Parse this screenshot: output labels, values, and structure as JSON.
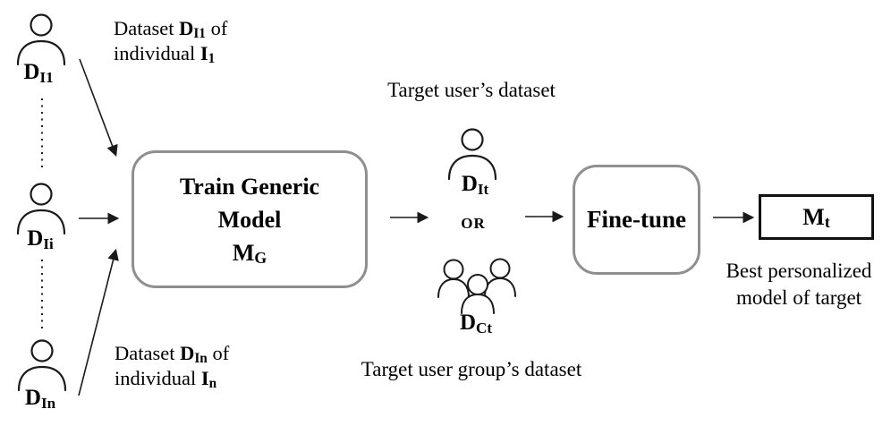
{
  "diagram": {
    "colors": {
      "background": "#ffffff",
      "box_border_gray": "#8f8f8f",
      "output_box_border": "#111111",
      "text": "#000000"
    },
    "left_users": [
      {
        "icon": "person",
        "label_main": "D",
        "label_sub": "I1"
      },
      {
        "icon": "person",
        "label_main": "D",
        "label_sub": "Ii"
      },
      {
        "icon": "person",
        "label_main": "D",
        "label_sub": "In"
      }
    ],
    "caption_top": {
      "prefix": "Dataset",
      "dataset_main": "D",
      "dataset_sub": "I1",
      "suffix": "of",
      "line2_prefix": "individual",
      "individual_main": "I",
      "individual_sub": "1"
    },
    "caption_bottom": {
      "prefix": "Dataset",
      "dataset_main": "D",
      "dataset_sub": "In",
      "suffix": "of",
      "line2_prefix": "individual",
      "individual_main": "I",
      "individual_sub": "n"
    },
    "generic_model_box": {
      "line1": "Train Generic",
      "line2": "Model",
      "symbol_main": "M",
      "symbol_sub": "G"
    },
    "target_user": {
      "caption": "Target user’s dataset",
      "label_main": "D",
      "label_sub": "It"
    },
    "or_label": "OR",
    "target_group": {
      "caption": "Target user group’s dataset",
      "label_main": "D",
      "label_sub": "Ct"
    },
    "finetune_box": {
      "label": "Fine-tune"
    },
    "output_box": {
      "label_main": "M",
      "label_sub": "t"
    },
    "output_caption": {
      "line1": "Best personalized",
      "line2": "model of target"
    }
  }
}
